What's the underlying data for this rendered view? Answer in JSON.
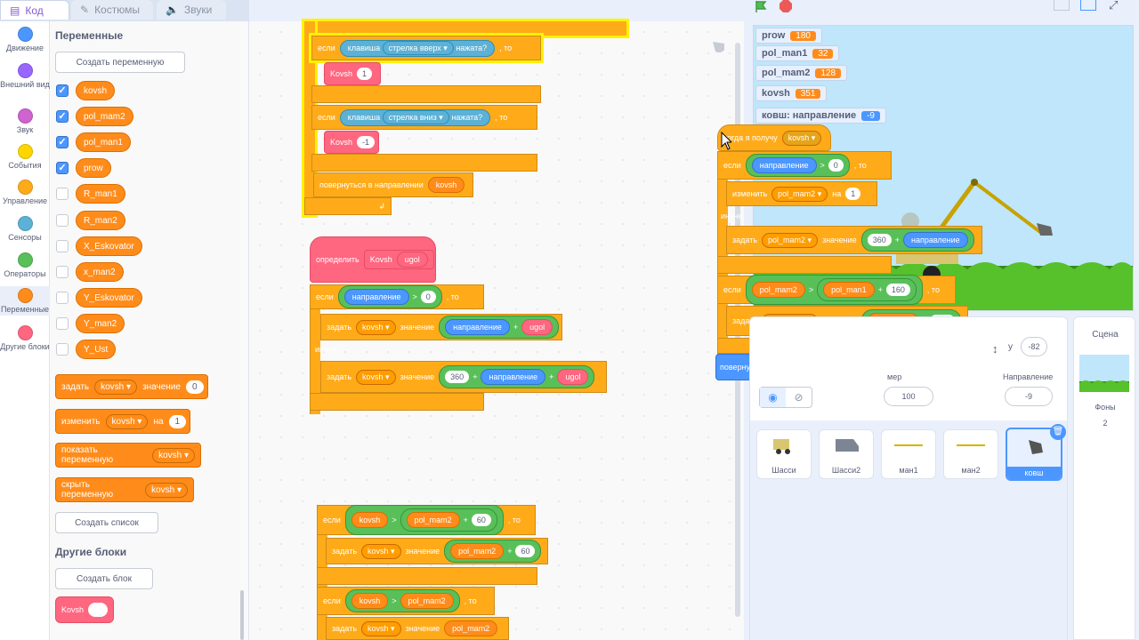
{
  "tabs": {
    "code": "Код",
    "costumes": "Костюмы",
    "sounds": "Звуки"
  },
  "categories": [
    {
      "label": "Движение",
      "color": "#4c97ff"
    },
    {
      "label": "Внешний вид",
      "color": "#9966ff"
    },
    {
      "label": "Звук",
      "color": "#cf63cf"
    },
    {
      "label": "События",
      "color": "#ffd500"
    },
    {
      "label": "Управление",
      "color": "#ffab19"
    },
    {
      "label": "Сенсоры",
      "color": "#5cb1d6"
    },
    {
      "label": "Операторы",
      "color": "#59c059"
    },
    {
      "label": "Переменные",
      "color": "#ff8c1a"
    },
    {
      "label": "Другие блоки",
      "color": "#ff6680"
    }
  ],
  "palette": {
    "variables_title": "Переменные",
    "create_variable": "Создать переменную",
    "variables": [
      {
        "name": "kovsh",
        "checked": true
      },
      {
        "name": "pol_mam2",
        "checked": true
      },
      {
        "name": "pol_man1",
        "checked": true
      },
      {
        "name": "prow",
        "checked": true
      },
      {
        "name": "R_man1",
        "checked": false
      },
      {
        "name": "R_man2",
        "checked": false
      },
      {
        "name": "X_Eskovator",
        "checked": false
      },
      {
        "name": "x_man2",
        "checked": false
      },
      {
        "name": "Y_Eskovator",
        "checked": false
      },
      {
        "name": "Y_man2",
        "checked": false
      },
      {
        "name": "Y_Ust",
        "checked": false
      }
    ],
    "set_block": {
      "word": "задать",
      "var": "kovsh",
      "word2": "значение",
      "value": "0"
    },
    "change_block": {
      "word": "изменить",
      "var": "kovsh",
      "word2": "на",
      "value": "1"
    },
    "show_block": {
      "word": "показать переменную",
      "var": "kovsh"
    },
    "hide_block": {
      "word": "скрыть переменную",
      "var": "kovsh"
    },
    "create_list": "Создать список",
    "other_title": "Другие блоки",
    "create_block": "Создать блок",
    "kovsh_block": "Kovsh"
  },
  "code": {
    "if": "если",
    "then": ", то",
    "else": "иначе",
    "key": "клавиша",
    "pressed": "нажата?",
    "arrow_up": "стрелка вверх",
    "arrow_down": "стрелка вниз",
    "kovsh_proc": "Kovsh",
    "one": "1",
    "minus_one": "-1",
    "point_dir": "повернуться в направлении",
    "kovsh_var": "kovsh",
    "define": "определить",
    "ugol": "ugol",
    "direction": "направление",
    "gt": ">",
    "zero": "0",
    "plus": "+",
    "set": "задать",
    "value": "значение",
    "n360": "360",
    "pol_mam2": "pol_mam2",
    "pol_man1": "pol_man1",
    "n60": "60",
    "n160": "160",
    "when_receive": "когда я получу",
    "change": "изменить",
    "by": "на"
  },
  "monitors": [
    {
      "name": "prow",
      "value": "180"
    },
    {
      "name": "pol_man1",
      "value": "32"
    },
    {
      "name": "pol_mam2",
      "value": "128"
    },
    {
      "name": "kovsh",
      "value": "351"
    },
    {
      "name": "ковш: направление",
      "value": "-9"
    }
  ],
  "sprite_info": {
    "y_label": "y",
    "y_value": "-82",
    "size_label": "мер",
    "size_value": "100",
    "direction_label": "Направление",
    "direction_value": "-9"
  },
  "sprites": [
    "Шасси",
    "Шасси2",
    "ман1",
    "ман2",
    "ковш"
  ],
  "scene": {
    "title": "Сцена",
    "backdrops_label": "Фоны",
    "backdrops_count": "2"
  }
}
